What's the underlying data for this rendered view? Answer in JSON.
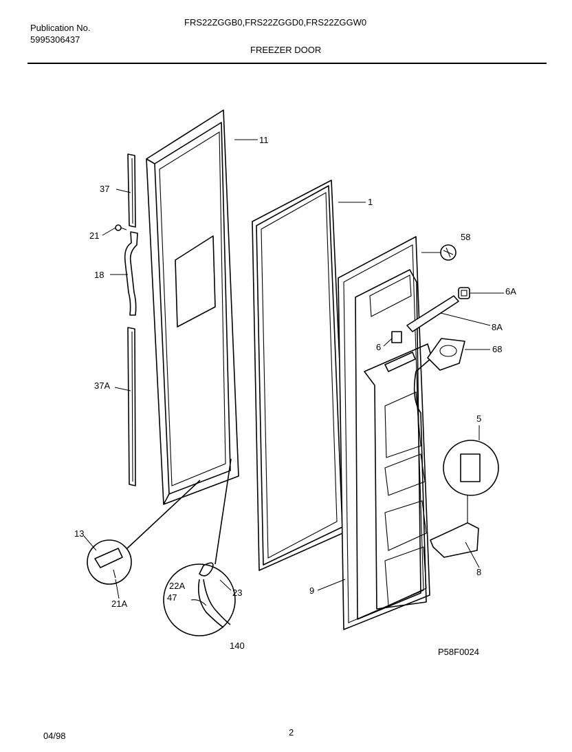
{
  "header": {
    "publication_label": "Publication No.",
    "publication_number": "5995306437",
    "models": "FRS22ZGGB0,FRS22ZGGD0,FRS22ZGGW0",
    "section_title": "FREEZER DOOR"
  },
  "diagram": {
    "callouts": [
      "11",
      "1",
      "37",
      "21",
      "18",
      "37A",
      "58",
      "6A",
      "8A",
      "6",
      "68",
      "5",
      "13",
      "21A",
      "22A",
      "23",
      "47",
      "140",
      "9",
      "8"
    ],
    "figure_code": "P58F0024"
  },
  "footer": {
    "date": "04/98",
    "page_number": "2"
  }
}
